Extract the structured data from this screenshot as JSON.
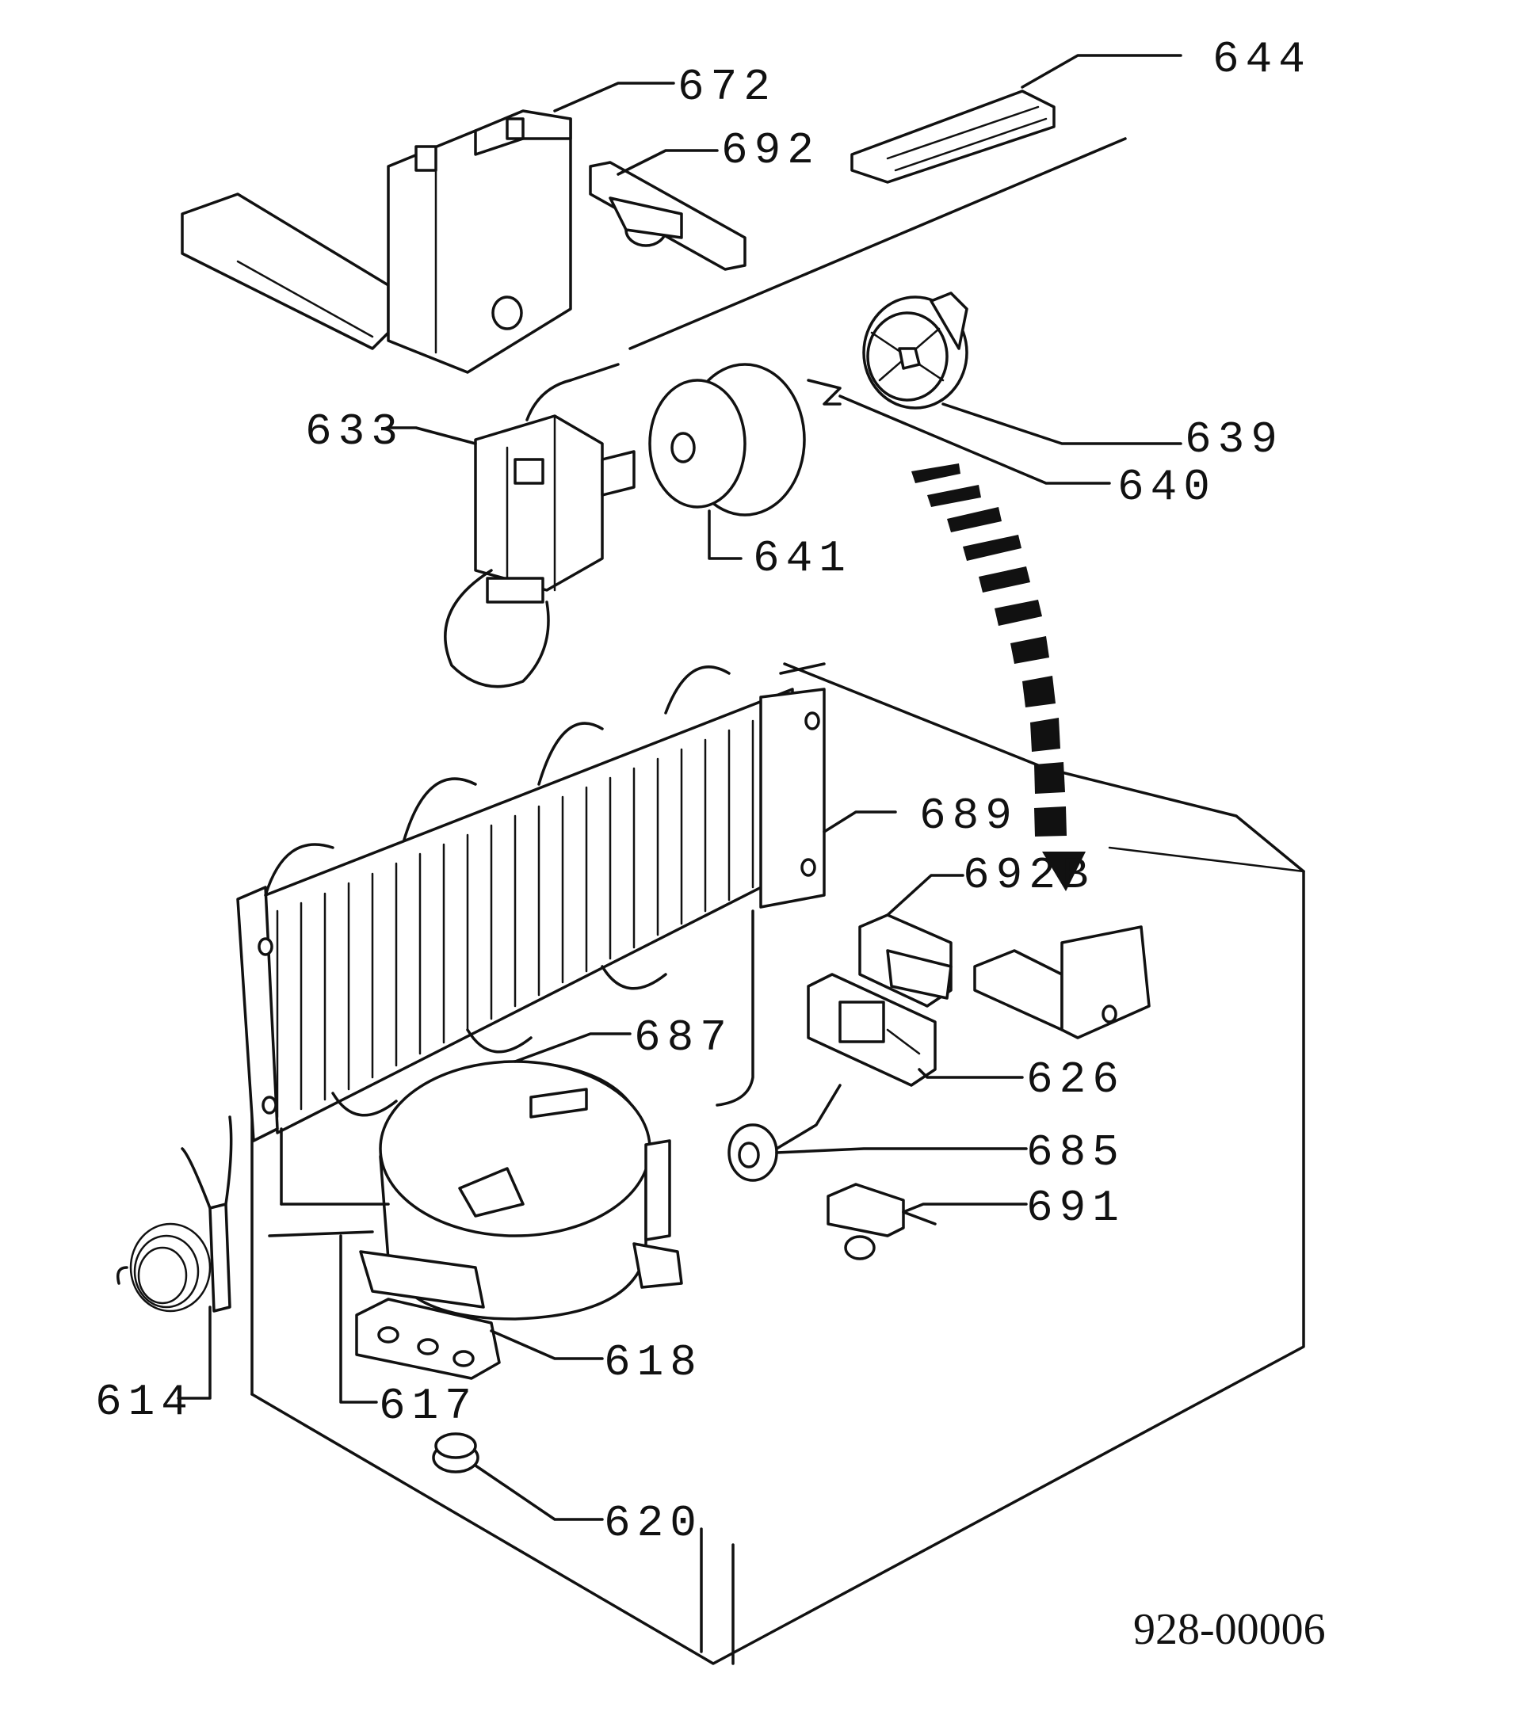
{
  "labels": {
    "p644": "644",
    "p672": "672",
    "p692": "692",
    "p633": "633",
    "p639": "639",
    "p640": "640",
    "p641": "641",
    "p689": "689",
    "p692b": "692B",
    "p687": "687",
    "p626": "626",
    "p685": "685",
    "p691": "691",
    "p618": "618",
    "p614": "614",
    "p617": "617",
    "p620": "620"
  },
  "document_code": "928-00006"
}
